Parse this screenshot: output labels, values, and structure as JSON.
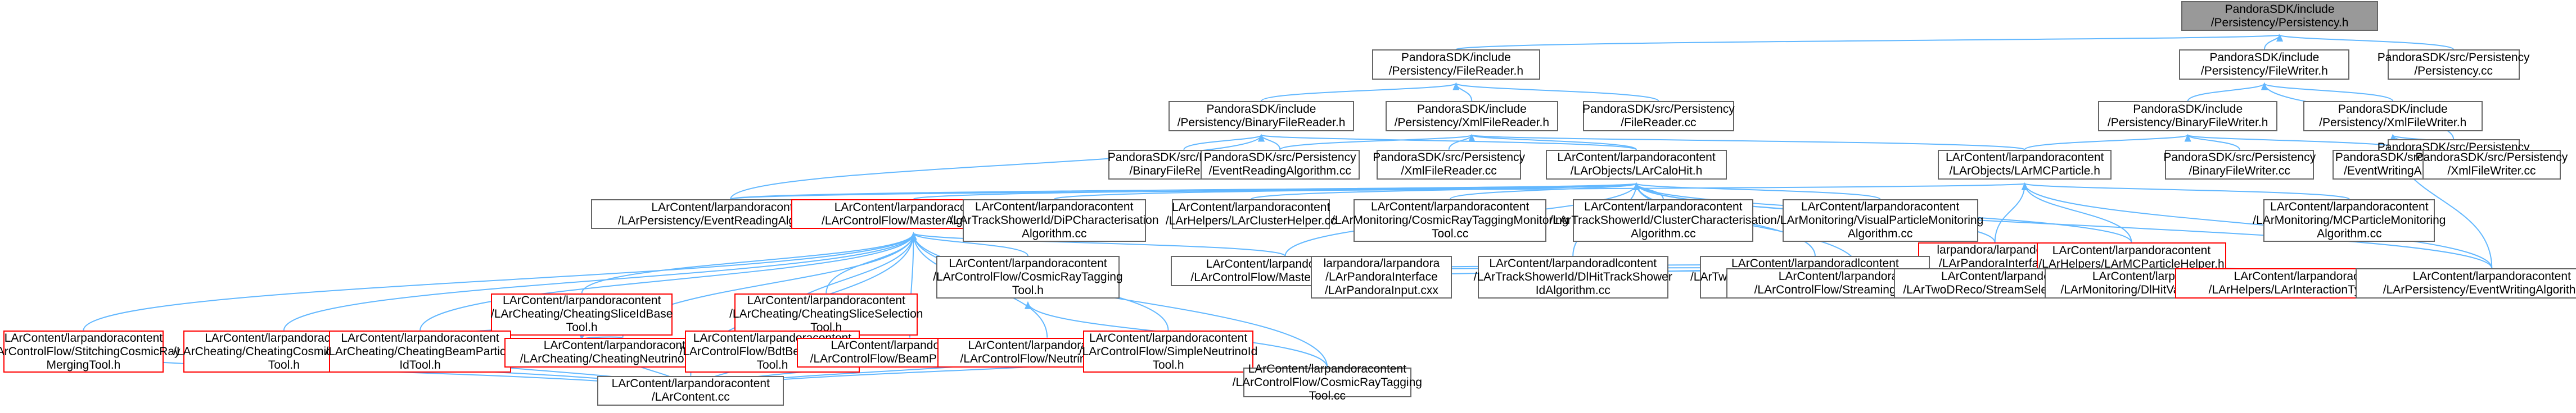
{
  "colors": {
    "edge": "#63b8ff",
    "node_border": "#666666",
    "root_fill": "#999999",
    "red_border": "#ff0000"
  },
  "nodes": [
    {
      "id": "persistency_h",
      "lines": [
        "PandoraSDK/include",
        "/Persistency/Persistency.h"
      ],
      "style": "root"
    },
    {
      "id": "filereader_h",
      "lines": [
        "PandoraSDK/include",
        "/Persistency/FileReader.h"
      ]
    },
    {
      "id": "filewriter_h",
      "lines": [
        "PandoraSDK/include",
        "/Persistency/FileWriter.h"
      ]
    },
    {
      "id": "persistency_cc",
      "lines": [
        "PandoraSDK/src/Persistency",
        "/Persistency.cc"
      ]
    },
    {
      "id": "binaryfilereader_h",
      "lines": [
        "PandoraSDK/include",
        "/Persistency/BinaryFileReader.h"
      ]
    },
    {
      "id": "xmlfilereader_h",
      "lines": [
        "PandoraSDK/include",
        "/Persistency/XmlFileReader.h"
      ]
    },
    {
      "id": "filereader_cc",
      "lines": [
        "PandoraSDK/src/Persistency",
        "/FileReader.cc"
      ]
    },
    {
      "id": "binaryfilewriter_h",
      "lines": [
        "PandoraSDK/include",
        "/Persistency/BinaryFileWriter.h"
      ]
    },
    {
      "id": "xmlfilewriter_h",
      "lines": [
        "PandoraSDK/include",
        "/Persistency/XmlFileWriter.h"
      ]
    },
    {
      "id": "filewriter_cc",
      "lines": [
        "PandoraSDK/src/Persistency",
        "/FileWriter.cc"
      ]
    },
    {
      "id": "binaryfilereader_cc",
      "lines": [
        "PandoraSDK/src/Persistency",
        "/BinaryFileReader.cc"
      ]
    },
    {
      "id": "eventreadingalgorithm_cc",
      "lines": [
        "PandoraSDK/src/Persistency",
        "/EventReadingAlgorithm.cc"
      ]
    },
    {
      "id": "xmlfilereader_cc",
      "lines": [
        "PandoraSDK/src/Persistency",
        "/XmlFileReader.cc"
      ]
    },
    {
      "id": "lararcaltpc_h",
      "lines": [
        "LArContent/larpandoracontent",
        "/LArObjects/LArCaloHit.h"
      ]
    },
    {
      "id": "larmcparticle_h",
      "lines": [
        "LArContent/larpandoracontent",
        "/LArObjects/LArMCParticle.h"
      ]
    },
    {
      "id": "binaryfilewriter_cc",
      "lines": [
        "PandoraSDK/src/Persistency",
        "/BinaryFileWriter.cc"
      ]
    },
    {
      "id": "eventwritingalgorithm_cc",
      "lines": [
        "PandoraSDK/src/Persistency",
        "/EventWritingAlgorithm.cc"
      ]
    },
    {
      "id": "xmlfilewriter_cc",
      "lines": [
        "PandoraSDK/src/Persistency",
        "/XmlFileWriter.cc"
      ]
    },
    {
      "id": "lar_eventreadingalgorithm_cc",
      "lines": [
        "LArContent/larpandoracontent",
        "/LArPersistency/EventReadingAlgorithm.cc"
      ]
    },
    {
      "id": "masteralgorithm_h",
      "lines": [
        "LArContent/larpandoracontent",
        "/LArControlFlow/MasterAlgorithm.h"
      ],
      "style": "red"
    },
    {
      "id": "dipcharacterisation_cc",
      "lines": [
        "LArContent/larpandoracontent",
        "/LArTrackShowerId/DiPCharacterisation",
        "Algorithm.cc"
      ]
    },
    {
      "id": "larclusterhelper_cc",
      "lines": [
        "LArContent/larpandoracontent",
        "/LArHelpers/LArClusterHelper.cc"
      ]
    },
    {
      "id": "cosmicraytaggingmonitoring_cc",
      "lines": [
        "LArContent/larpandoracontent",
        "/LArMonitoring/CosmicRayTaggingMonitoring",
        "Tool.cc"
      ]
    },
    {
      "id": "clustercharacterisation_cc",
      "lines": [
        "LArContent/larpandoracontent",
        "/LArTrackShowerId/ClusterCharacterisation",
        "Algorithm.cc"
      ]
    },
    {
      "id": "visualparticlemonitoring_cc",
      "lines": [
        "LArContent/larpandoracontent",
        "/LArMonitoring/VisualParticleMonitoring",
        "Algorithm.cc"
      ]
    },
    {
      "id": "larpandorainput_h",
      "lines": [
        "larpandora/larpandora",
        "/LArPandoraInterface",
        "/LArPandoraInput.h"
      ],
      "style": "red"
    },
    {
      "id": "larmcparticlehelper_h",
      "lines": [
        "LArContent/larpandoracontent",
        "/LArHelpers/LArMCParticleHelper.h"
      ],
      "style": "red"
    },
    {
      "id": "mcparticlemonitoring_cc",
      "lines": [
        "LArContent/larpandoracontent",
        "/LArMonitoring/MCParticleMonitoring",
        "Algorithm.cc"
      ]
    },
    {
      "id": "cheatingslicebase_h",
      "lines": [
        "LArContent/larpandoracontent",
        "/LArCheating/CheatingSliceIdBase",
        "Tool.h"
      ],
      "style": "red"
    },
    {
      "id": "cheatingsliceselection_h",
      "lines": [
        "LArContent/larpandoracontent",
        "/LArCheating/CheatingSliceSelection",
        "Tool.h"
      ],
      "style": "red"
    },
    {
      "id": "cosmicraytagging_h",
      "lines": [
        "LArContent/larpandoracontent",
        "/LArControlFlow/CosmicRayTagging",
        "Tool.h"
      ]
    },
    {
      "id": "lar_masteralgorithm_cc",
      "lines": [
        "LArContent/larpandoracontent",
        "/LArControlFlow/MasterAlgorithm.cc"
      ]
    },
    {
      "id": "larpandorainput_cxx",
      "lines": [
        "larpandora/larpandora",
        "/LArPandoraInterface",
        "/LArPandoraInput.cxx"
      ]
    },
    {
      "id": "dlhittrackshower_cc",
      "lines": [
        "LArContent/larpandoradlcontent",
        "/LArTrackShowerId/DlHitTrackShower",
        "IdAlgorithm.cc"
      ]
    },
    {
      "id": "twodstreamselection_cc",
      "lines": [
        "LArContent/larpandoradlcontent",
        "/LArTwoDReco/DlTrackShowerStreamSelection",
        "Algorithm.cc"
      ]
    },
    {
      "id": "streamingalgorithm_cc",
      "lines": [
        "LArContent/larpandoracontent",
        "/LArControlFlow/StreamingAlgorithm.cc"
      ]
    },
    {
      "id": "streamselectionalgorithm_cc",
      "lines": [
        "LArContent/larpandoracontent",
        "/LArTwoDReco/StreamSelectionAlgorithm.cc"
      ]
    },
    {
      "id": "dlhitvalidation_cc",
      "lines": [
        "LArContent/larpandoracontent",
        "/LArMonitoring/DlHitValidationAlgorithm.cc"
      ]
    },
    {
      "id": "larinteractiontypehelper_h",
      "lines": [
        "LArContent/larpandoracontent",
        "/LArHelpers/LArInteractionTypeHelper.h"
      ],
      "style": "red"
    },
    {
      "id": "lar_eventwritingalgorithm_cc",
      "lines": [
        "LArContent/larpandoracontent",
        "/LArPersistency/EventWritingAlgorithm.cc"
      ]
    },
    {
      "id": "stitchingcosmicraymerging_h",
      "lines": [
        "LArContent/larpandoracontent",
        "/LArControlFlow/StitchingCosmicRay",
        "MergingTool.h"
      ],
      "style": "red"
    },
    {
      "id": "cheatingcosmicraytagging_h",
      "lines": [
        "LArContent/larpandoracontent",
        "/LArCheating/CheatingCosmicRayTagging",
        "Tool.h"
      ],
      "style": "red"
    },
    {
      "id": "cheatingbeamparticle_h",
      "lines": [
        "LArContent/larpandoracontent",
        "/LArCheating/CheatingBeamParticle",
        "IdTool.h"
      ],
      "style": "red"
    },
    {
      "id": "cheatingneutrinoid_h",
      "lines": [
        "LArContent/larpandoracontent",
        "/LArCheating/CheatingNeutrinoIdTool.h"
      ],
      "style": "red"
    },
    {
      "id": "bdtbeamparticleid_h",
      "lines": [
        "LArContent/larpandoracontent",
        "/LArControlFlow/BdtBeamParticleId",
        "Tool.h"
      ],
      "style": "red"
    },
    {
      "id": "beamparticleid_h",
      "lines": [
        "LArContent/larpandoracontent",
        "/LArControlFlow/BeamParticleIdTool.h"
      ],
      "style": "red"
    },
    {
      "id": "neutrinoid_h",
      "lines": [
        "LArContent/larpandoracontent",
        "/LArControlFlow/NeutrinoIdTool.h"
      ],
      "style": "red"
    },
    {
      "id": "simpleneutrinoid_h",
      "lines": [
        "LArContent/larpandoracontent",
        "/LArControlFlow/SimpleNeutrinoId",
        "Tool.h"
      ],
      "style": "red"
    },
    {
      "id": "cosmicraytagging_cc",
      "lines": [
        "LArContent/larpandoracontent",
        "/LArControlFlow/CosmicRayTagging",
        "Tool.cc"
      ]
    },
    {
      "id": "larcontent_cc",
      "lines": [
        "LArContent/larpandoracontent",
        "/LArContent.cc"
      ]
    }
  ]
}
